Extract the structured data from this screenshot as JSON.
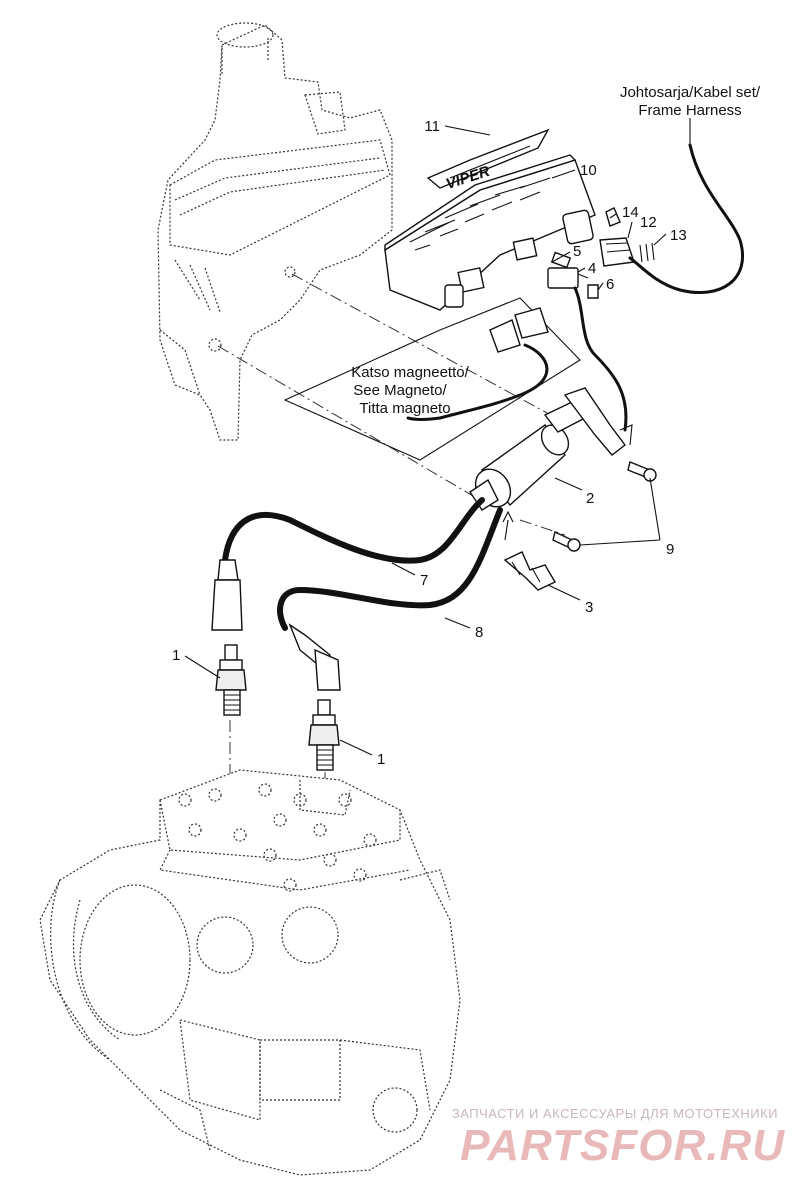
{
  "callouts": {
    "harness": [
      "Johtosarja/Kabel set/",
      "Frame Harness"
    ],
    "magneto": [
      "Katso magneetto/",
      "See Magneto/",
      "Titta magneto"
    ],
    "n1a": "1",
    "n1b": "1",
    "n2": "2",
    "n3": "3",
    "n4": "4",
    "n5": "5",
    "n6": "6",
    "n7": "7",
    "n8": "8",
    "n9": "9",
    "n10": "10",
    "n11": "11",
    "n12": "12",
    "n13": "13",
    "n14": "14"
  },
  "watermark": {
    "tagline": "ЗАПЧАСТИ И АКСЕССУАРЫ ДЛЯ МОТОТЕХНИКИ",
    "brand": "PARTSFOR.RU"
  }
}
